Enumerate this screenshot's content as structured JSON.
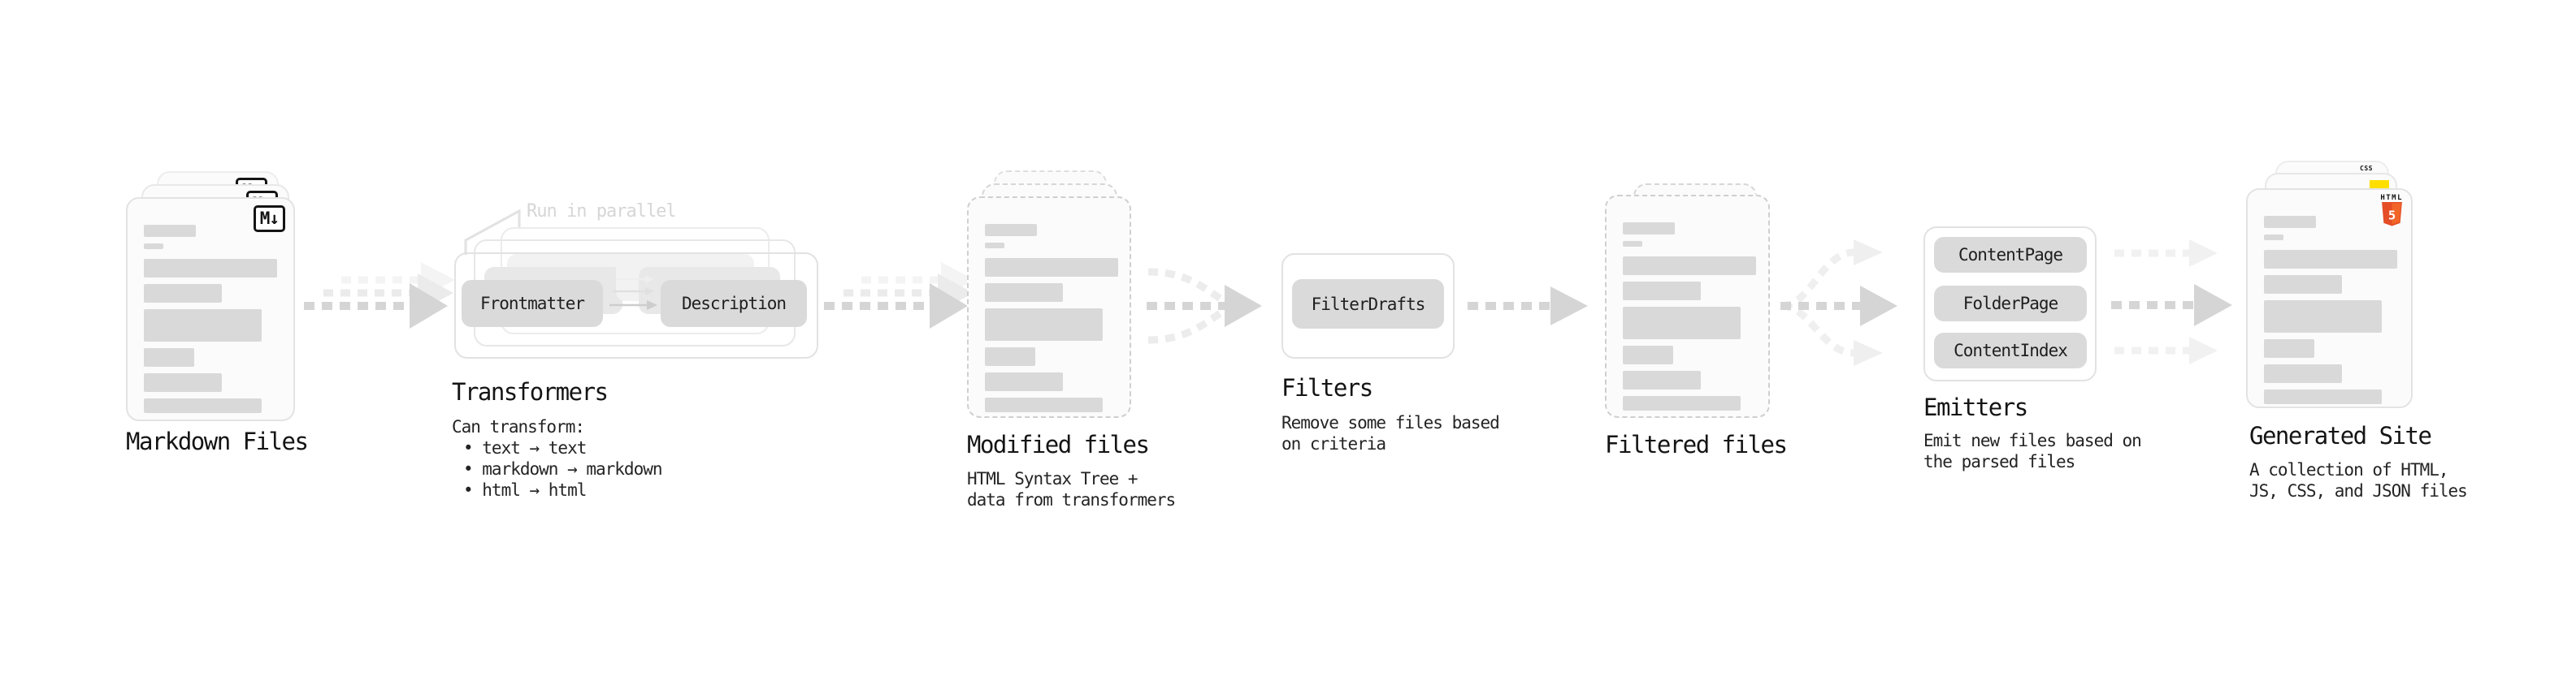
{
  "stages": {
    "markdown_files": {
      "title": "Markdown Files",
      "badge": "M↓"
    },
    "transformers": {
      "title": "Transformers",
      "note": "Run in parallel",
      "chips": [
        "Frontmatter",
        "Description"
      ],
      "caption": "Can transform:",
      "bullets": [
        "• text → text",
        "• markdown → markdown",
        "• html → html"
      ]
    },
    "modified_files": {
      "title": "Modified files",
      "caption_lines": [
        "HTML Syntax Tree +",
        "data from transformers"
      ]
    },
    "filters": {
      "title": "Filters",
      "chips": [
        "FilterDrafts"
      ],
      "caption_lines": [
        "Remove some files based",
        "on criteria"
      ]
    },
    "filtered_files": {
      "title": "Filtered files"
    },
    "emitters": {
      "title": "Emitters",
      "chips": [
        "ContentPage",
        "FolderPage",
        "ContentIndex"
      ],
      "caption_lines": [
        "Emit new files based on",
        "the parsed files"
      ]
    },
    "generated_site": {
      "title": "Generated Site",
      "caption_lines": [
        "A collection of HTML,",
        "JS, CSS, and JSON files"
      ],
      "badges": {
        "html_label": "HTML",
        "html_number": "5",
        "css": "CSS"
      }
    }
  },
  "colors": {
    "arrow_dark": "#d5d5d5",
    "arrow_light": "#ebebeb",
    "arrow_lightest": "#f4f4f4",
    "bar": "#d9d9d9",
    "chip": "#dadada",
    "html5_orange": "#e44d26",
    "html5_orange_light": "#f16529",
    "js_yellow": "#ffdf00",
    "css_blue": "#2760e6"
  }
}
